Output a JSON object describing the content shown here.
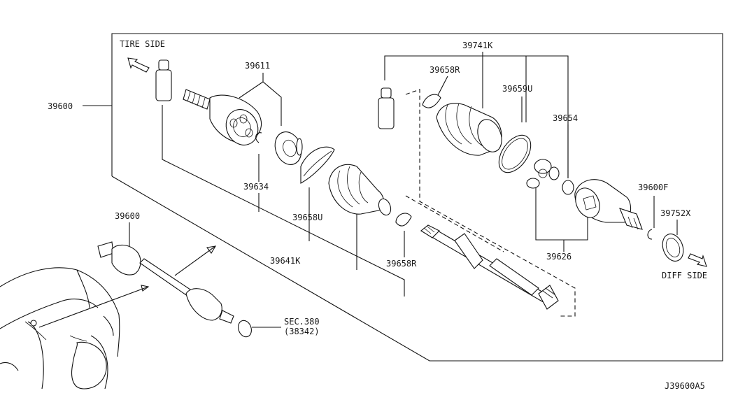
{
  "orientation": {
    "tire_side": "TIRE SIDE",
    "diff_side": "DIFF SIDE"
  },
  "part_numbers": {
    "assembly": "39600",
    "assembly_small": "39600",
    "outer_joint_kit": "39611",
    "inner_repair_kit": "39741K",
    "boot_band_small_r_top": "39658R",
    "boot_band_u_top": "39659U",
    "circlip_top": "39654",
    "circlip_outer": "39634",
    "boot_band_u": "39658U",
    "boot_repair_kit": "39641K",
    "boot_band_r": "39658R",
    "inner_joint": "39626",
    "circlip_inner": "39600F",
    "oil_seal": "39752X"
  },
  "section_ref": {
    "line1": "SEC.380",
    "line2": "(38342)"
  },
  "diagram_code": "J39600A5",
  "icons": [
    "arrow-up-left-icon",
    "arrow-down-right-icon"
  ]
}
